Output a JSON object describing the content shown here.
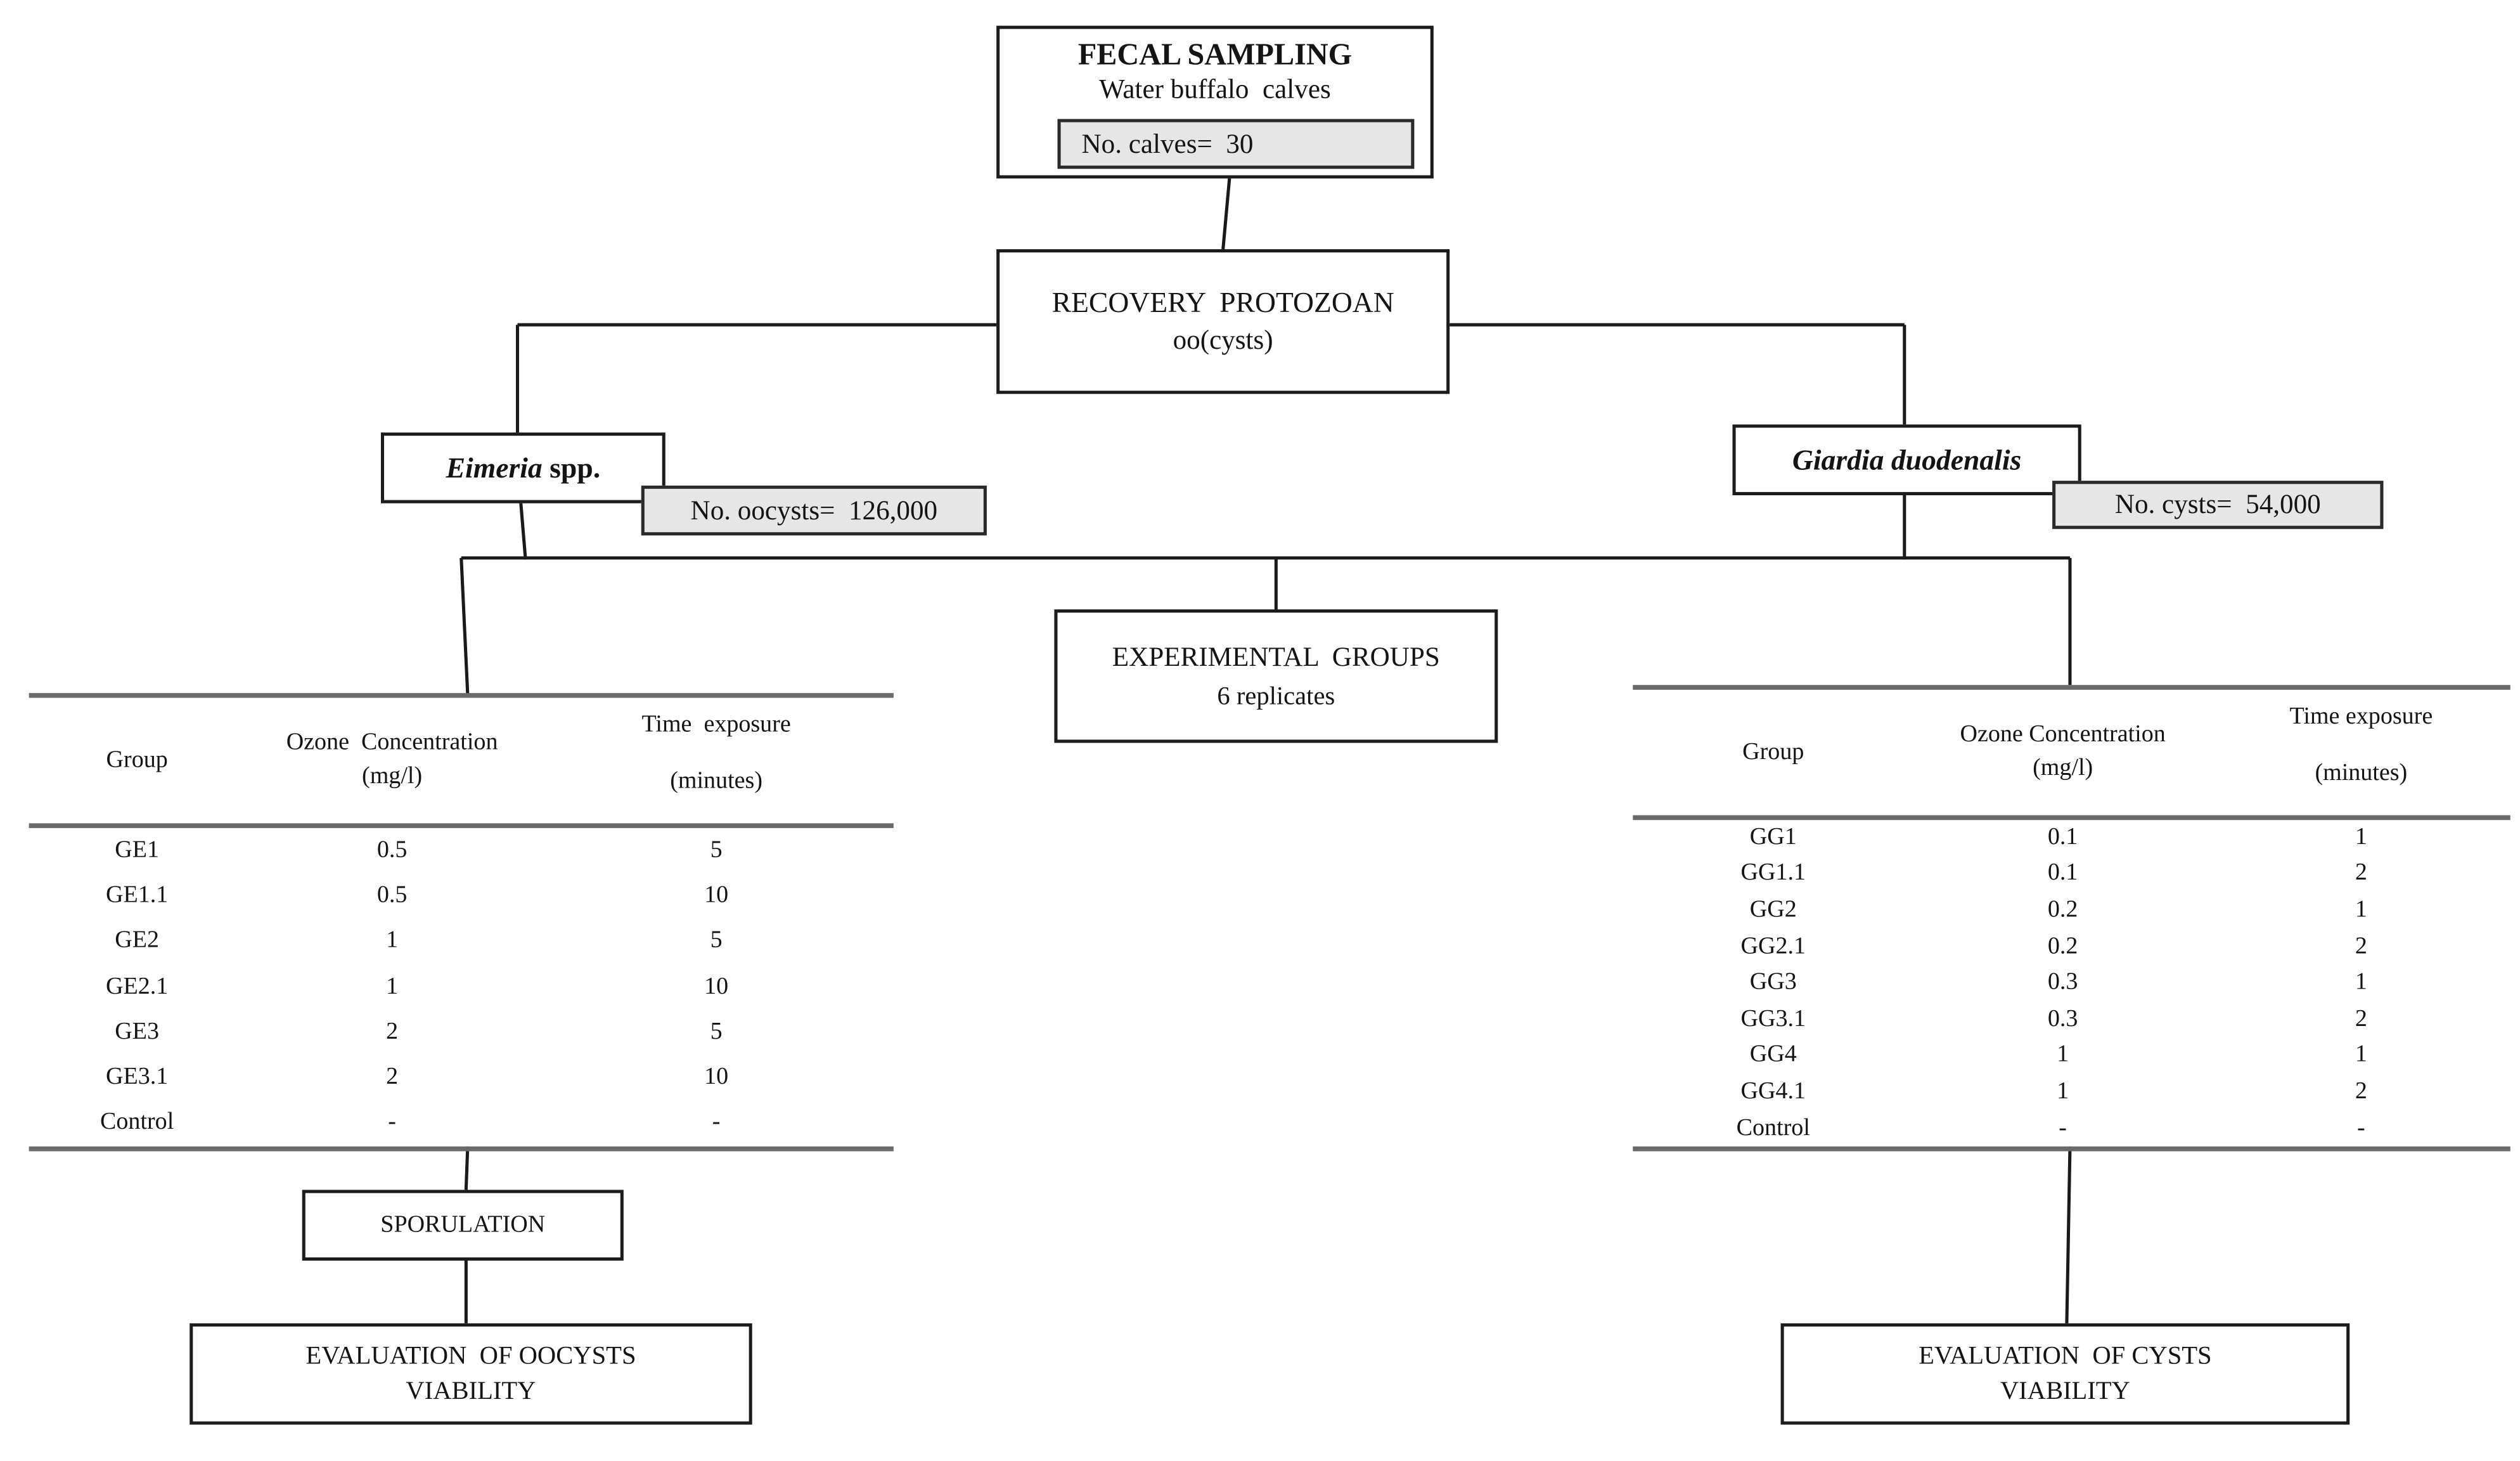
{
  "colors": {
    "label_bg": "#e6e6e6",
    "box_border": "#1c1c1c",
    "table_rule": "#6a6a6a",
    "text": "#141414"
  },
  "nodes": {
    "fecal_sampling": {
      "title": "FECAL SAMPLING",
      "subtitle": "Water buffalo  calves",
      "count": "No. calves=  30"
    },
    "recovery": {
      "line1": "RECOVERY  PROTOZOAN",
      "line2": "oo(cysts)"
    },
    "eimeria": {
      "species": "Eimeria",
      "suffix": " spp.",
      "count": "No. oocysts=  126,000"
    },
    "giardia": {
      "species": "Giardia duodenalis",
      "count": "No. cysts=  54,000"
    },
    "experimental_groups": {
      "line1": "EXPERIMENTAL  GROUPS",
      "line2": "6 replicates"
    },
    "sporulation": {
      "label": "SPORULATION"
    },
    "evaluation_oocysts": {
      "line1": "EVALUATION  OF OOCYSTS",
      "line2": "VIABILITY"
    },
    "evaluation_cysts": {
      "line1": "EVALUATION  OF CYSTS",
      "line2": "VIABILITY"
    }
  },
  "tables": {
    "eimeria_groups": {
      "headers": [
        {
          "line1": "Group",
          "line2": ""
        },
        {
          "line1": "Ozone  Concentration",
          "line2": "(mg/l)"
        },
        {
          "line1": "Time  exposure",
          "line2": "(minutes)"
        }
      ],
      "rows": [
        [
          "GE1",
          "0.5",
          "5"
        ],
        [
          "GE1.1",
          "0.5",
          "10"
        ],
        [
          "GE2",
          "1",
          "5"
        ],
        [
          "GE2.1",
          "1",
          "10"
        ],
        [
          "GE3",
          "2",
          "5"
        ],
        [
          "GE3.1",
          "2",
          "10"
        ],
        [
          "Control",
          "-",
          "-"
        ]
      ]
    },
    "giardia_groups": {
      "headers": [
        {
          "line1": "Group",
          "line2": ""
        },
        {
          "line1": "Ozone Concentration",
          "line2": "(mg/l)"
        },
        {
          "line1": "Time exposure",
          "line2": "(minutes)"
        }
      ],
      "rows": [
        [
          "GG1",
          "0.1",
          "1"
        ],
        [
          "GG1.1",
          "0.1",
          "2"
        ],
        [
          "GG2",
          "0.2",
          "1"
        ],
        [
          "GG2.1",
          "0.2",
          "2"
        ],
        [
          "GG3",
          "0.3",
          "1"
        ],
        [
          "GG3.1",
          "0.3",
          "2"
        ],
        [
          "GG4",
          "1",
          "1"
        ],
        [
          "GG4.1",
          "1",
          "2"
        ],
        [
          "Control",
          "-",
          "-"
        ]
      ]
    }
  }
}
